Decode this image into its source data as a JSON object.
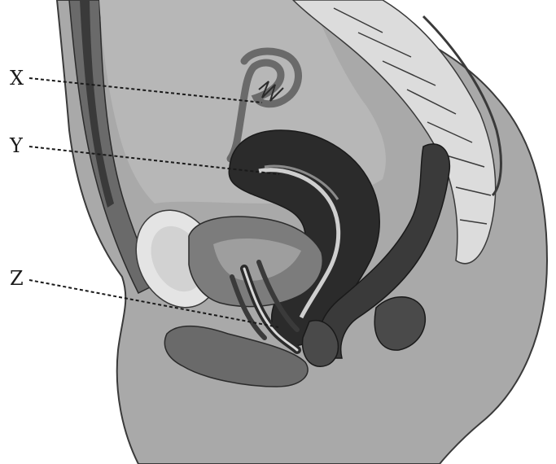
{
  "labels": {
    "x": "X",
    "y": "Y",
    "z": "Z"
  },
  "colors": {
    "body_fill": "#a9a9a9",
    "body_light": "#c4c4c4",
    "cavity_fill": "#b3b3b3",
    "tissue_dark": "#2b2b2b",
    "tissue_mid": "#6f6f6f",
    "bone_fill": "#e2e2e2",
    "outline": "#3a3a3a",
    "leader": "#1a1a1a"
  }
}
